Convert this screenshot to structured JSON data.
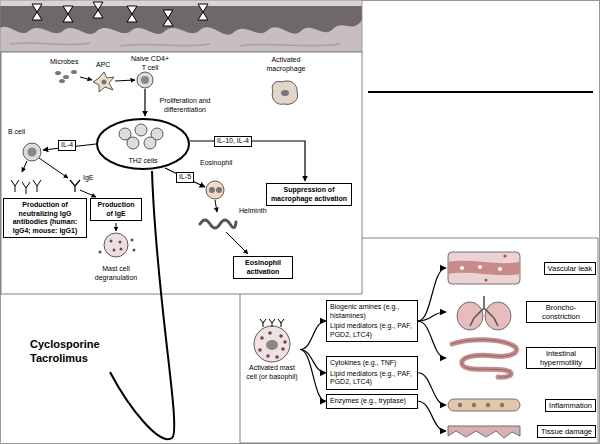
{
  "diagram": {
    "nodes": [
      {
        "text": [
          "TH2 cells"
        ]
      },
      {
        "text": [
          "Production of neutralizing IgG antibodies (human: IgG4; mouse: IgG1)"
        ]
      },
      {
        "text": [
          "Production of IgE"
        ]
      },
      {
        "text": [
          "Suppression of macrophage activation"
        ]
      },
      {
        "text": [
          "Eosinophil activation"
        ]
      },
      {
        "text": [
          "Activated mast cell (or basophil)"
        ]
      },
      {
        "text": [
          "Biogenic amines (e.g., histamines)",
          "Lipid mediators (e.g., PAF, PGD2, LTC4)"
        ]
      },
      {
        "text": [
          "Vascular leak"
        ]
      },
      {
        "text": [
          "Broncho-constriction"
        ]
      },
      {
        "text": [
          "Intestinal hypermotility"
        ]
      },
      {
        "text": [
          "Cytokines (e.g., TNF)",
          "Lipid mediators (e.g., PAF, PGD2, LTC4)"
        ]
      },
      {
        "text": [
          "Inflammation"
        ]
      },
      {
        "text": [
          "Enzymes (e.g., tryptase)"
        ]
      },
      {
        "text": [
          "Tissue damage"
        ]
      }
    ],
    "edges": [
      {
        "from": 5,
        "to": 6,
        "arrow": "to"
      },
      {
        "from": 5,
        "to": 10,
        "arrow": "to"
      },
      {
        "from": 5,
        "to": 12,
        "arrow": "to"
      },
      {
        "from": 6,
        "to": 7,
        "arrow": "to"
      },
      {
        "from": 6,
        "to": 8,
        "arrow": "to"
      },
      {
        "from": 6,
        "to": 9,
        "arrow": "to"
      },
      {
        "from": 10,
        "to": 11,
        "arrow": "to"
      },
      {
        "from": 12,
        "to": 13,
        "arrow": "to"
      }
    ],
    "labels": [
      "Microbes",
      "APC",
      "Naive CD4+ T cell",
      "Activated macrophage",
      "Proliferation and differentiation",
      "IL-4",
      "B cell",
      "IgE",
      "IL-5",
      "Eosinophil",
      "IL-10, IL-4",
      "Helminth",
      "Mast cell degranulation",
      "Cyclosporine",
      "Tacrolimus"
    ]
  }
}
